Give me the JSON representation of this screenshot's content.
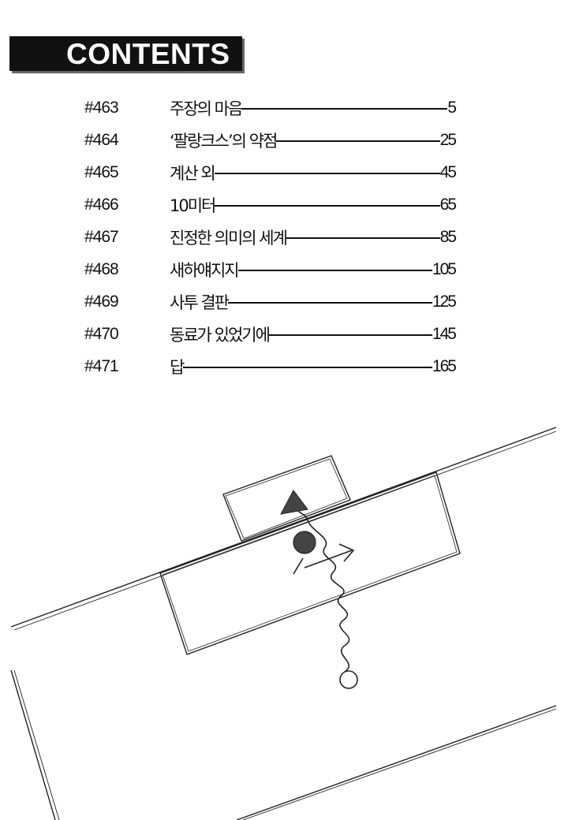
{
  "header": {
    "title": "CONTENTS"
  },
  "toc": [
    {
      "num": "#463",
      "title": "주장의 마음",
      "page": "5"
    },
    {
      "num": "#464",
      "title": "‘팔랑크스’의 약점",
      "page": "25"
    },
    {
      "num": "#465",
      "title": "계산 외",
      "page": "45"
    },
    {
      "num": "#466",
      "title": "10미터",
      "page": "65"
    },
    {
      "num": "#467",
      "title": "진정한 의미의 세계",
      "page": "85"
    },
    {
      "num": "#468",
      "title": "새하얘지지",
      "page": "105"
    },
    {
      "num": "#469",
      "title": "사투 결판",
      "page": "125"
    },
    {
      "num": "#470",
      "title": "동료가 있었기에",
      "page": "145"
    },
    {
      "num": "#471",
      "title": "답",
      "page": "165"
    }
  ],
  "illustration": {
    "name": "volleyball-court-spike-diagram",
    "colors": {
      "line": "#222222",
      "ball": "#444444"
    }
  }
}
